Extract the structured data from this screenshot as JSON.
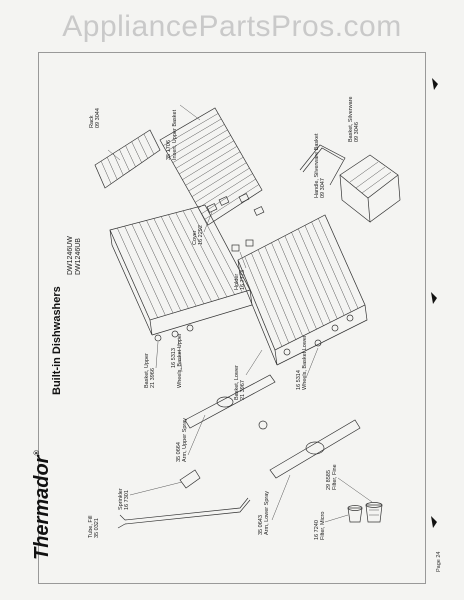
{
  "watermark": "AppliancePartsPros.com",
  "brand": "Thermador",
  "brand_mark": "®",
  "title": "Built-in Dishwashers",
  "models": [
    "DW1246UW",
    "DW1246UB"
  ],
  "page_number": "Page 24",
  "parts": [
    {
      "number": "09 3044",
      "name": "Rack"
    },
    {
      "number": "35 1706",
      "name": "Insert, Upper Basket"
    },
    {
      "number": "16 2292",
      "name": "Cover"
    },
    {
      "number": "16 7773",
      "name": "Holder"
    },
    {
      "number": "09 3047",
      "name": "Handle, Silverware Basket"
    },
    {
      "number": "09 3046",
      "name": "Basket, Silverware"
    },
    {
      "number": "16 5314",
      "name": "Wheels, Basket Lower"
    },
    {
      "number": "21 3967",
      "name": "Basket, Lower"
    },
    {
      "number": "21 3966",
      "name": "Basket, Upper"
    },
    {
      "number": "16 5313",
      "name": "Wheels, Basket Upper"
    },
    {
      "number": "35 0664",
      "name": "Arm, Upper Spray"
    },
    {
      "number": "16 7301",
      "name": "Sprinkler"
    },
    {
      "number": "35 0321",
      "name": "Tube, Fill"
    },
    {
      "number": "35 0643",
      "name": "Arm, Lower Spray"
    },
    {
      "number": "16 7240",
      "name": "Filter, Micro"
    },
    {
      "number": "29 8585",
      "name": "Filter, Fine"
    }
  ]
}
